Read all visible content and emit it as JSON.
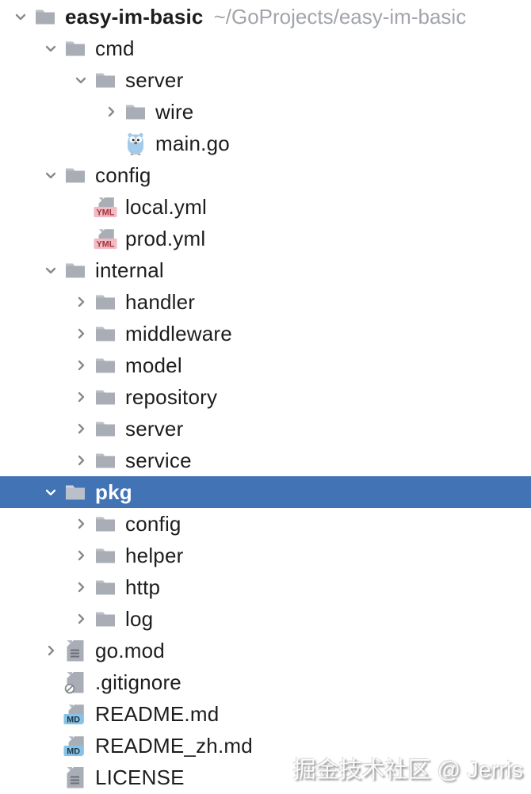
{
  "panel": {
    "name": "project-view",
    "project_root_label": "easy-im-basic"
  },
  "colors": {
    "selection_bg": "#4173b5",
    "text": "#1b1d1f",
    "muted_path": "#a1a5aa",
    "folder_gray": "#a9aeb6",
    "chevron_gray": "#85898e",
    "yaml_badge_bg": "#f2bac2",
    "yaml_badge_text": "#a03341",
    "markdown_badge_bg": "#87c3e6",
    "markdown_badge_text": "#1e3540",
    "go_gopher_blue": "#a5cbea"
  },
  "icons": {
    "badges": {
      "yaml": "YML",
      "markdown": "MD"
    },
    "names": {
      "folder": "folder-icon",
      "go": "go-gopher-icon",
      "yaml": "yaml-file-icon",
      "markdown": "markdown-file-icon",
      "text": "text-file-icon",
      "ignored": "ignored-file-icon"
    }
  },
  "tree": {
    "rows": [
      {
        "level": 0,
        "chevron": "down",
        "icon": "folder",
        "label": "easy-im-basic",
        "bold": true,
        "suffix": "~/GoProjects/easy-im-basic",
        "selected": false
      },
      {
        "level": 1,
        "chevron": "down",
        "icon": "folder",
        "label": "cmd",
        "selected": false
      },
      {
        "level": 2,
        "chevron": "down",
        "icon": "folder",
        "label": "server",
        "selected": false
      },
      {
        "level": 3,
        "chevron": "right",
        "icon": "folder",
        "label": "wire",
        "selected": false
      },
      {
        "level": 3,
        "chevron": "none",
        "icon": "go",
        "label": "main.go",
        "selected": false
      },
      {
        "level": 1,
        "chevron": "down",
        "icon": "folder",
        "label": "config",
        "selected": false
      },
      {
        "level": 2,
        "chevron": "none",
        "icon": "yaml",
        "label": "local.yml",
        "selected": false
      },
      {
        "level": 2,
        "chevron": "none",
        "icon": "yaml",
        "label": "prod.yml",
        "selected": false
      },
      {
        "level": 1,
        "chevron": "down",
        "icon": "folder",
        "label": "internal",
        "selected": false
      },
      {
        "level": 2,
        "chevron": "right",
        "icon": "folder",
        "label": "handler",
        "selected": false
      },
      {
        "level": 2,
        "chevron": "right",
        "icon": "folder",
        "label": "middleware",
        "selected": false
      },
      {
        "level": 2,
        "chevron": "right",
        "icon": "folder",
        "label": "model",
        "selected": false
      },
      {
        "level": 2,
        "chevron": "right",
        "icon": "folder",
        "label": "repository",
        "selected": false
      },
      {
        "level": 2,
        "chevron": "right",
        "icon": "folder",
        "label": "server",
        "selected": false
      },
      {
        "level": 2,
        "chevron": "right",
        "icon": "folder",
        "label": "service",
        "selected": false
      },
      {
        "level": 1,
        "chevron": "down",
        "icon": "folder",
        "label": "pkg",
        "selected": true
      },
      {
        "level": 2,
        "chevron": "right",
        "icon": "folder",
        "label": "config",
        "selected": false
      },
      {
        "level": 2,
        "chevron": "right",
        "icon": "folder",
        "label": "helper",
        "selected": false
      },
      {
        "level": 2,
        "chevron": "right",
        "icon": "folder",
        "label": "http",
        "selected": false
      },
      {
        "level": 2,
        "chevron": "right",
        "icon": "folder",
        "label": "log",
        "selected": false
      },
      {
        "level": 1,
        "chevron": "right",
        "icon": "text",
        "label": "go.mod",
        "selected": false
      },
      {
        "level": 1,
        "chevron": "none",
        "icon": "ignored",
        "label": ".gitignore",
        "selected": false
      },
      {
        "level": 1,
        "chevron": "none",
        "icon": "markdown",
        "label": "README.md",
        "selected": false
      },
      {
        "level": 1,
        "chevron": "none",
        "icon": "markdown",
        "label": "README_zh.md",
        "selected": false
      },
      {
        "level": 1,
        "chevron": "none",
        "icon": "text",
        "label": "LICENSE",
        "selected": false
      }
    ]
  },
  "watermark": {
    "text": "掘金技术社区 @ Jerris"
  }
}
